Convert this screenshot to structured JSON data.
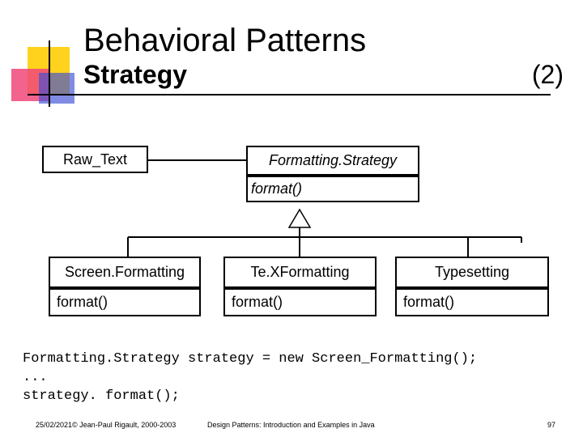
{
  "slide": {
    "title": "Behavioral Patterns",
    "subtitle": "Strategy",
    "part": "(2)"
  },
  "diagram": {
    "raw_text": "Raw_Text",
    "strategy_class": "Formatting.Strategy",
    "strategy_op": "format()",
    "subclasses": [
      {
        "name": "Screen.Formatting",
        "op": "format()"
      },
      {
        "name": "Te.XFormatting",
        "op": "format()"
      },
      {
        "name": "Typesetting",
        "op": "format()"
      }
    ]
  },
  "code": {
    "line1": "Formatting.Strategy strategy = new Screen_Formatting();",
    "line2": "...",
    "line3": "strategy. format();"
  },
  "footer": {
    "left": "25/02/2021© Jean-Paul Rigault, 2000-2003",
    "center": "Design Patterns: Introduction and Examples in Java",
    "page": "97"
  }
}
